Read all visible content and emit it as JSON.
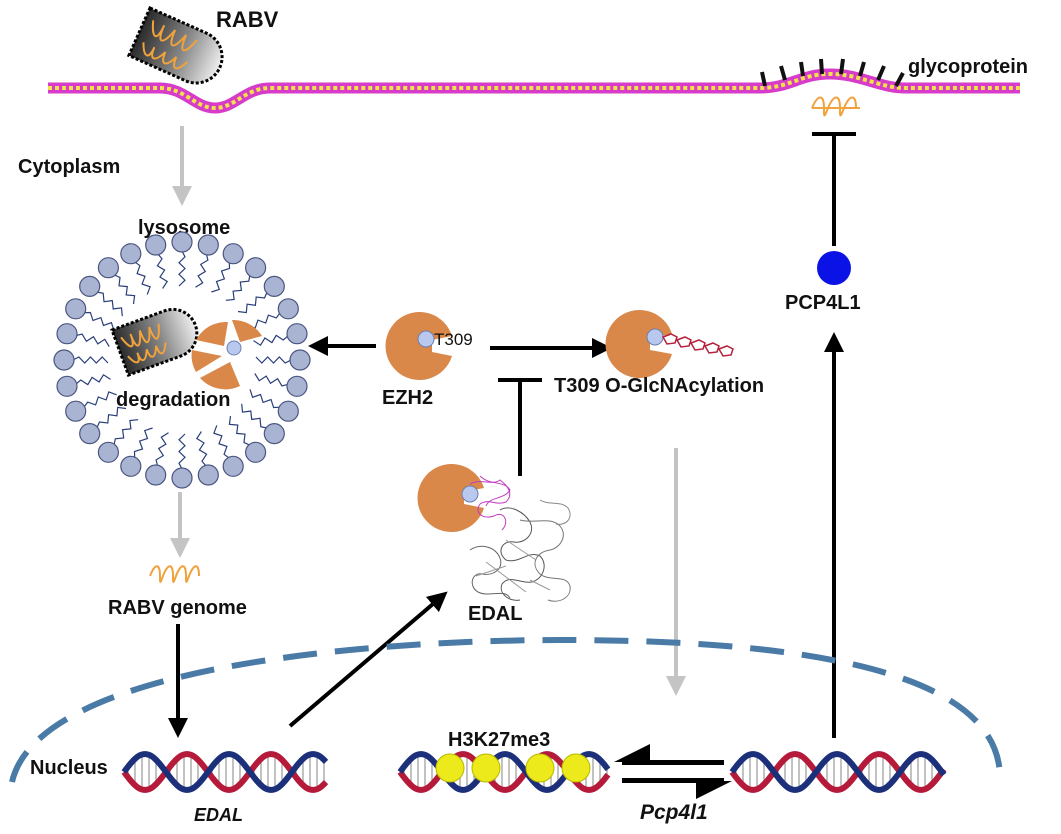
{
  "labels": {
    "rabv": "RABV",
    "glycoprotein": "glycoprotein",
    "cytoplasm": "Cytoplasm",
    "lysosome": "lysosome",
    "degradation": "degradation",
    "ezh2": "EZH2",
    "t309": "T309",
    "t309_glcnac": "T309 O-GlcNAcylation",
    "pcp4l1": "PCP4L1",
    "edal": "EDAL",
    "rabv_genome": "RABV genome",
    "nucleus": "Nucleus",
    "h3k27me3": "H3K27me3",
    "edal_gene": "EDAL",
    "pcp4l1_gene": "Pcp4l1"
  },
  "colors": {
    "membrane_pink": "#d63cc9",
    "membrane_yellow": "#f2e24a",
    "enzyme_orange": "#d9884a",
    "site_blue": "#b9c8ee",
    "pcp4l1_blue": "#0a12e6",
    "nucleus_dash": "#4a7aa6",
    "dna_red": "#b51a3a",
    "dna_blue": "#1c2f7a",
    "histone_yellow": "#ecea1a",
    "lipid_head": "#a9b3d2",
    "grey_arrow": "#c4c4c4",
    "genome_orange": "#f0a23c",
    "glcnac_red": "#b5213b"
  }
}
